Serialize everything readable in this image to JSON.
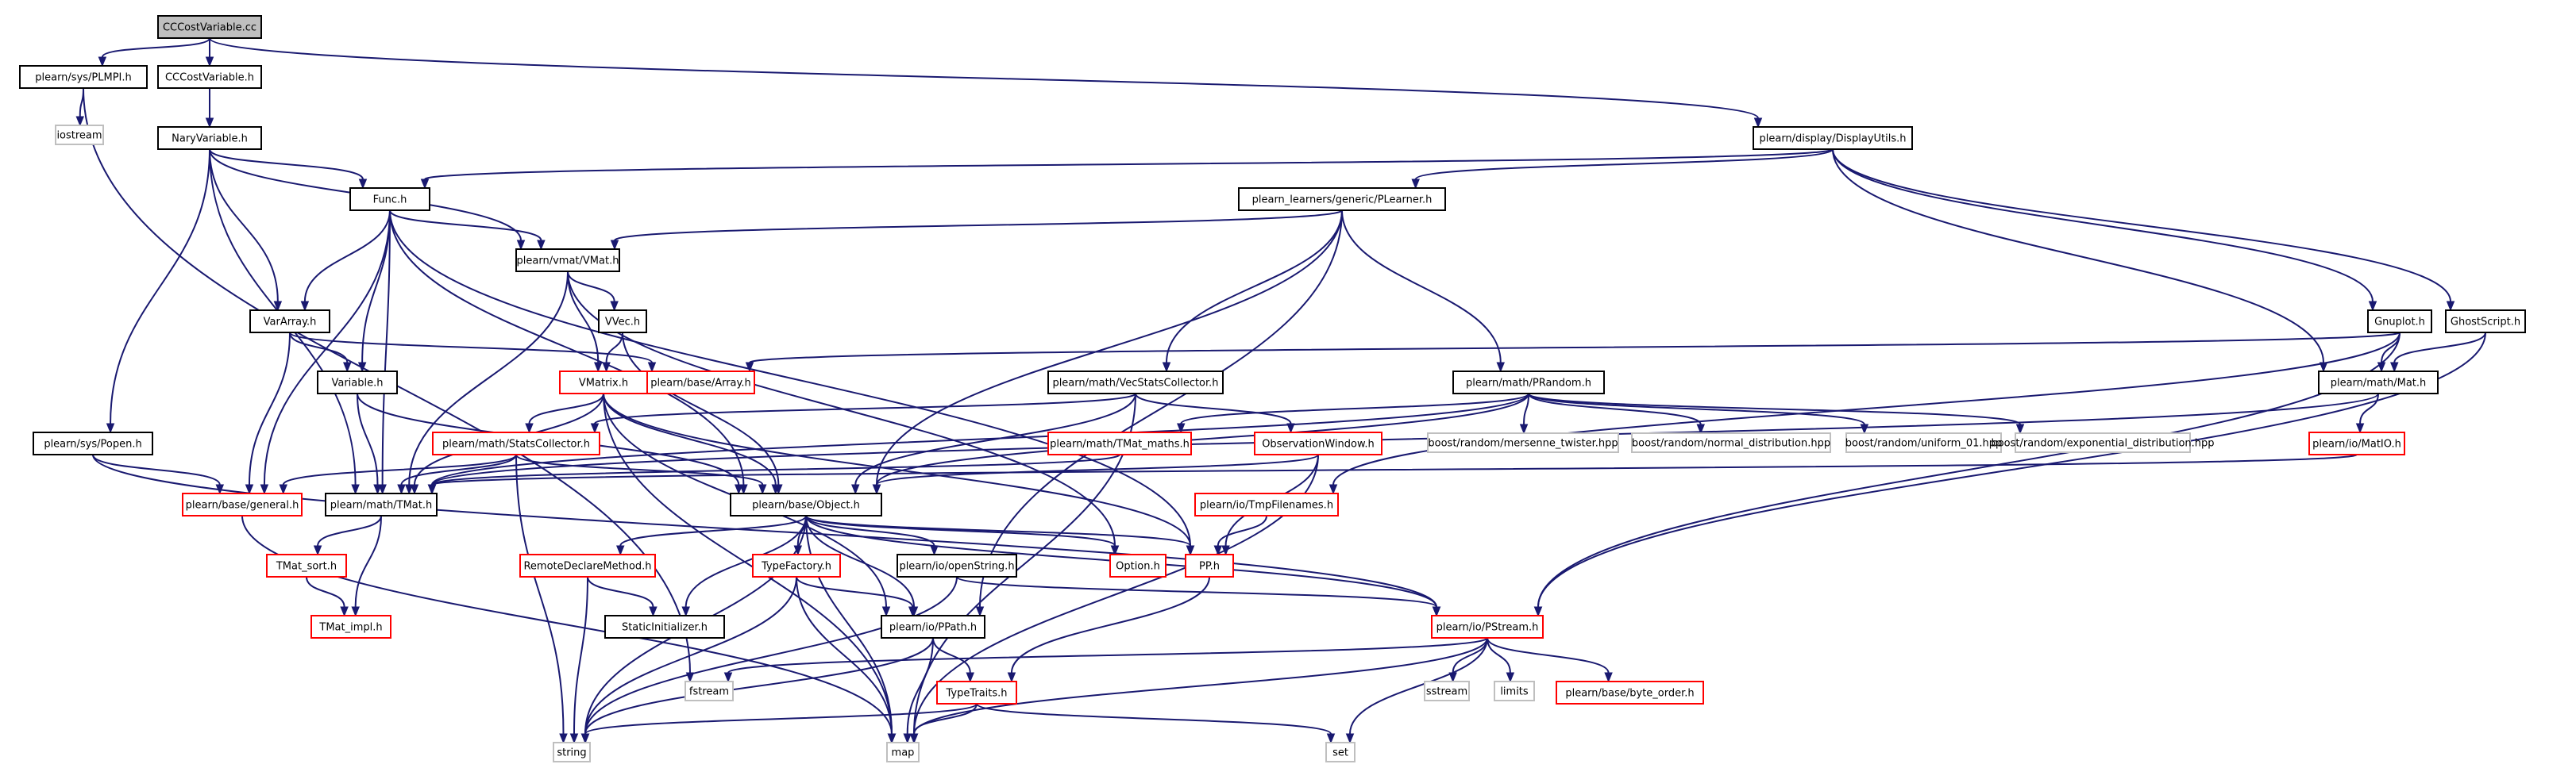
{
  "colors": {
    "edge": "#191970",
    "root_fill": "#bfbfbf",
    "root_border": "#000000",
    "normal_border": "#000000",
    "incomplete_border": "#ff0000",
    "external_border": "#bfbfbf",
    "fill": "#ffffff"
  },
  "nodes": [
    {
      "id": "n_root",
      "label": "CCCostVariable.cc",
      "kind": "root"
    },
    {
      "id": "n_plmpi",
      "label": "plearn/sys/PLMPI.h",
      "kind": "normal"
    },
    {
      "id": "n_cccv_h",
      "label": "CCCostVariable.h",
      "kind": "normal"
    },
    {
      "id": "n_display",
      "label": "plearn/display/DisplayUtils.h",
      "kind": "normal"
    },
    {
      "id": "n_iostream",
      "label": "iostream",
      "kind": "external"
    },
    {
      "id": "n_nary",
      "label": "NaryVariable.h",
      "kind": "normal"
    },
    {
      "id": "n_func",
      "label": "Func.h",
      "kind": "normal"
    },
    {
      "id": "n_plearner",
      "label": "plearn_learners/generic/PLearner.h",
      "kind": "normal"
    },
    {
      "id": "n_vmat",
      "label": "plearn/vmat/VMat.h",
      "kind": "normal"
    },
    {
      "id": "n_vvec",
      "label": "VVec.h",
      "kind": "normal"
    },
    {
      "id": "n_gnuplot",
      "label": "Gnuplot.h",
      "kind": "normal"
    },
    {
      "id": "n_ghost",
      "label": "GhostScript.h",
      "kind": "normal"
    },
    {
      "id": "n_vararray",
      "label": "VarArray.h",
      "kind": "normal"
    },
    {
      "id": "n_variable",
      "label": "Variable.h",
      "kind": "normal"
    },
    {
      "id": "n_vmatrix",
      "label": "VMatrix.h",
      "kind": "incomplete"
    },
    {
      "id": "n_array",
      "label": "plearn/base/Array.h",
      "kind": "incomplete"
    },
    {
      "id": "n_vecstats",
      "label": "plearn/math/VecStatsCollector.h",
      "kind": "normal"
    },
    {
      "id": "n_prandom",
      "label": "plearn/math/PRandom.h",
      "kind": "normal"
    },
    {
      "id": "n_mat",
      "label": "plearn/math/Mat.h",
      "kind": "normal"
    },
    {
      "id": "n_popen",
      "label": "plearn/sys/Popen.h",
      "kind": "normal"
    },
    {
      "id": "n_statscol",
      "label": "plearn/math/StatsCollector.h",
      "kind": "incomplete"
    },
    {
      "id": "n_tmatmaths",
      "label": "plearn/math/TMat_maths.h",
      "kind": "incomplete"
    },
    {
      "id": "n_obswin",
      "label": "ObservationWindow.h",
      "kind": "incomplete"
    },
    {
      "id": "n_mersenne",
      "label": "boost/random/mersenne_twister.hpp",
      "kind": "external"
    },
    {
      "id": "n_normal",
      "label": "boost/random/normal_distribution.hpp",
      "kind": "external"
    },
    {
      "id": "n_uniform",
      "label": "boost/random/uniform_01.hpp",
      "kind": "external"
    },
    {
      "id": "n_expon",
      "label": "boost/random/exponential_distribution.hpp",
      "kind": "external"
    },
    {
      "id": "n_matio",
      "label": "plearn/io/MatIO.h",
      "kind": "incomplete"
    },
    {
      "id": "n_general",
      "label": "plearn/base/general.h",
      "kind": "incomplete"
    },
    {
      "id": "n_tmat",
      "label": "plearn/math/TMat.h",
      "kind": "normal"
    },
    {
      "id": "n_object",
      "label": "plearn/base/Object.h",
      "kind": "normal"
    },
    {
      "id": "n_tmpfn",
      "label": "plearn/io/TmpFilenames.h",
      "kind": "incomplete"
    },
    {
      "id": "n_tmatsort",
      "label": "TMat_sort.h",
      "kind": "incomplete"
    },
    {
      "id": "n_remote",
      "label": "RemoteDeclareMethod.h",
      "kind": "incomplete"
    },
    {
      "id": "n_typefactory",
      "label": "TypeFactory.h",
      "kind": "incomplete"
    },
    {
      "id": "n_openstring",
      "label": "plearn/io/openString.h",
      "kind": "normal"
    },
    {
      "id": "n_option",
      "label": "Option.h",
      "kind": "incomplete"
    },
    {
      "id": "n_pp",
      "label": "PP.h",
      "kind": "incomplete"
    },
    {
      "id": "n_tmatimpl",
      "label": "TMat_impl.h",
      "kind": "incomplete"
    },
    {
      "id": "n_staticinit",
      "label": "StaticInitializer.h",
      "kind": "normal"
    },
    {
      "id": "n_ppath",
      "label": "plearn/io/PPath.h",
      "kind": "normal"
    },
    {
      "id": "n_pstream",
      "label": "plearn/io/PStream.h",
      "kind": "incomplete"
    },
    {
      "id": "n_fstream",
      "label": "fstream",
      "kind": "external"
    },
    {
      "id": "n_typetraits",
      "label": "TypeTraits.h",
      "kind": "incomplete"
    },
    {
      "id": "n_sstream",
      "label": "sstream",
      "kind": "external"
    },
    {
      "id": "n_limits",
      "label": "limits",
      "kind": "external"
    },
    {
      "id": "n_byteorder",
      "label": "plearn/base/byte_order.h",
      "kind": "incomplete"
    },
    {
      "id": "n_string",
      "label": "string",
      "kind": "external"
    },
    {
      "id": "n_map",
      "label": "map",
      "kind": "external"
    },
    {
      "id": "n_set",
      "label": "set",
      "kind": "external"
    }
  ],
  "edges": [
    [
      "n_root",
      "n_plmpi"
    ],
    [
      "n_root",
      "n_cccv_h"
    ],
    [
      "n_root",
      "n_display"
    ],
    [
      "n_plmpi",
      "n_iostream"
    ],
    [
      "n_plmpi",
      "n_fstream"
    ],
    [
      "n_cccv_h",
      "n_nary"
    ],
    [
      "n_nary",
      "n_func"
    ],
    [
      "n_nary",
      "n_vmat"
    ],
    [
      "n_nary",
      "n_vararray"
    ],
    [
      "n_nary",
      "n_popen"
    ],
    [
      "n_nary",
      "n_tmat"
    ],
    [
      "n_display",
      "n_func"
    ],
    [
      "n_display",
      "n_plearner"
    ],
    [
      "n_display",
      "n_gnuplot"
    ],
    [
      "n_display",
      "n_ghost"
    ],
    [
      "n_display",
      "n_mat"
    ],
    [
      "n_func",
      "n_vmat"
    ],
    [
      "n_func",
      "n_vararray"
    ],
    [
      "n_func",
      "n_variable"
    ],
    [
      "n_func",
      "n_tmat"
    ],
    [
      "n_func",
      "n_general"
    ],
    [
      "n_func",
      "n_object"
    ],
    [
      "n_func",
      "n_pp"
    ],
    [
      "n_plearner",
      "n_vmat"
    ],
    [
      "n_plearner",
      "n_vecstats"
    ],
    [
      "n_plearner",
      "n_prandom"
    ],
    [
      "n_plearner",
      "n_object"
    ],
    [
      "n_plearner",
      "n_ppath"
    ],
    [
      "n_vmat",
      "n_vvec"
    ],
    [
      "n_vmat",
      "n_vmatrix"
    ],
    [
      "n_vmat",
      "n_tmat"
    ],
    [
      "n_vmat",
      "n_option"
    ],
    [
      "n_vvec",
      "n_vmatrix"
    ],
    [
      "n_vvec",
      "n_object"
    ],
    [
      "n_gnuplot",
      "n_array"
    ],
    [
      "n_gnuplot",
      "n_mat"
    ],
    [
      "n_gnuplot",
      "n_tmpfn"
    ],
    [
      "n_gnuplot",
      "n_pstream"
    ],
    [
      "n_ghost",
      "n_mat"
    ],
    [
      "n_ghost",
      "n_pstream"
    ],
    [
      "n_vararray",
      "n_variable"
    ],
    [
      "n_vararray",
      "n_array"
    ],
    [
      "n_vararray",
      "n_general"
    ],
    [
      "n_variable",
      "n_tmat"
    ],
    [
      "n_variable",
      "n_object"
    ],
    [
      "n_vmatrix",
      "n_statscol"
    ],
    [
      "n_vmatrix",
      "n_tmat"
    ],
    [
      "n_vmatrix",
      "n_object"
    ],
    [
      "n_vmatrix",
      "n_pp"
    ],
    [
      "n_vmatrix",
      "n_ppath"
    ],
    [
      "n_vmatrix",
      "n_map"
    ],
    [
      "n_vecstats",
      "n_statscol"
    ],
    [
      "n_vecstats",
      "n_obswin"
    ],
    [
      "n_vecstats",
      "n_object"
    ],
    [
      "n_vecstats",
      "n_map"
    ],
    [
      "n_prandom",
      "n_tmatmaths"
    ],
    [
      "n_prandom",
      "n_object"
    ],
    [
      "n_prandom",
      "n_mersenne"
    ],
    [
      "n_prandom",
      "n_normal"
    ],
    [
      "n_prandom",
      "n_uniform"
    ],
    [
      "n_prandom",
      "n_expon"
    ],
    [
      "n_prandom",
      "n_tmat"
    ],
    [
      "n_mat",
      "n_matio"
    ],
    [
      "n_mat",
      "n_tmat"
    ],
    [
      "n_matio",
      "n_tmat"
    ],
    [
      "n_popen",
      "n_general"
    ],
    [
      "n_popen",
      "n_pstream"
    ],
    [
      "n_statscol",
      "n_general"
    ],
    [
      "n_statscol",
      "n_tmat"
    ],
    [
      "n_statscol",
      "n_object"
    ],
    [
      "n_statscol",
      "n_string"
    ],
    [
      "n_tmatmaths",
      "n_tmat"
    ],
    [
      "n_obswin",
      "n_object"
    ],
    [
      "n_obswin",
      "n_pp"
    ],
    [
      "n_obswin",
      "n_map"
    ],
    [
      "n_general",
      "n_map"
    ],
    [
      "n_tmat",
      "n_tmatsort"
    ],
    [
      "n_tmat",
      "n_tmatimpl"
    ],
    [
      "n_tmatsort",
      "n_tmatimpl"
    ],
    [
      "n_object",
      "n_remote"
    ],
    [
      "n_object",
      "n_typefactory"
    ],
    [
      "n_object",
      "n_openstring"
    ],
    [
      "n_object",
      "n_option"
    ],
    [
      "n_object",
      "n_pp"
    ],
    [
      "n_object",
      "n_staticinit"
    ],
    [
      "n_object",
      "n_ppath"
    ],
    [
      "n_object",
      "n_string"
    ],
    [
      "n_object",
      "n_map"
    ],
    [
      "n_object",
      "n_pstream"
    ],
    [
      "n_tmpfn",
      "n_pp"
    ],
    [
      "n_remote",
      "n_staticinit"
    ],
    [
      "n_remote",
      "n_string"
    ],
    [
      "n_typefactory",
      "n_ppath"
    ],
    [
      "n_typefactory",
      "n_string"
    ],
    [
      "n_typefactory",
      "n_map"
    ],
    [
      "n_openstring",
      "n_pstream"
    ],
    [
      "n_openstring",
      "n_string"
    ],
    [
      "n_pp",
      "n_typetraits"
    ],
    [
      "n_ppath",
      "n_typetraits"
    ],
    [
      "n_ppath",
      "n_map"
    ],
    [
      "n_ppath",
      "n_string"
    ],
    [
      "n_pstream",
      "n_fstream"
    ],
    [
      "n_pstream",
      "n_sstream"
    ],
    [
      "n_pstream",
      "n_limits"
    ],
    [
      "n_pstream",
      "n_byteorder"
    ],
    [
      "n_pstream",
      "n_map"
    ],
    [
      "n_pstream",
      "n_set"
    ],
    [
      "n_typetraits",
      "n_string"
    ],
    [
      "n_typetraits",
      "n_map"
    ],
    [
      "n_typetraits",
      "n_set"
    ]
  ]
}
